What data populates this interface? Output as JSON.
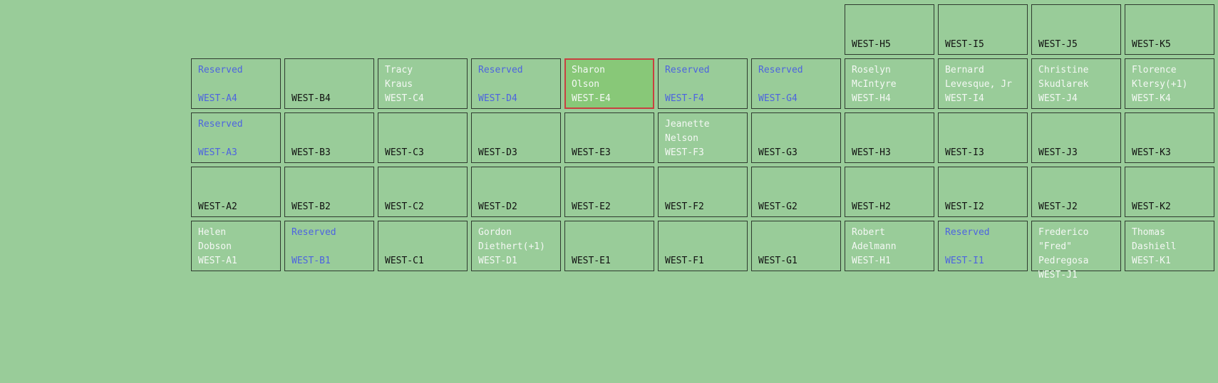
{
  "floor_map": {
    "colors": {
      "background": "#99cc99",
      "reserved_text": "#4d63e0",
      "occupied_text": "#f4f8f4",
      "empty_text": "#111111",
      "selected_fill": "#88c878",
      "selected_border": "#c84040"
    },
    "rows": [
      {
        "cells": [
          null,
          null,
          null,
          null,
          null,
          null,
          null,
          {
            "id": "WEST-H5",
            "occupant": "",
            "status": "empty"
          },
          {
            "id": "WEST-I5",
            "occupant": "",
            "status": "empty"
          },
          {
            "id": "WEST-J5",
            "occupant": "",
            "status": "empty"
          },
          {
            "id": "WEST-K5",
            "occupant": "",
            "status": "empty"
          }
        ]
      },
      {
        "cells": [
          {
            "id": "WEST-A4",
            "occupant": "Reserved",
            "status": "reserved"
          },
          {
            "id": "WEST-B4",
            "occupant": "",
            "status": "empty"
          },
          {
            "id": "WEST-C4",
            "occupant": "Tracy\nKraus",
            "status": "occupied"
          },
          {
            "id": "WEST-D4",
            "occupant": "Reserved",
            "status": "reserved"
          },
          {
            "id": "WEST-E4",
            "occupant": "Sharon\nOlson",
            "status": "occupied",
            "selected": true
          },
          {
            "id": "WEST-F4",
            "occupant": "Reserved",
            "status": "reserved"
          },
          {
            "id": "WEST-G4",
            "occupant": "Reserved",
            "status": "reserved"
          },
          {
            "id": "WEST-H4",
            "occupant": "Roselyn\nMcIntyre",
            "status": "occupied"
          },
          {
            "id": "WEST-I4",
            "occupant": "Bernard\nLevesque, Jr",
            "status": "occupied"
          },
          {
            "id": "WEST-J4",
            "occupant": "Christine\nSkudlarek",
            "status": "occupied"
          },
          {
            "id": "WEST-K4",
            "occupant": "Florence\nKlersy(+1)",
            "status": "occupied"
          }
        ]
      },
      {
        "cells": [
          {
            "id": "WEST-A3",
            "occupant": "Reserved",
            "status": "reserved"
          },
          {
            "id": "WEST-B3",
            "occupant": "",
            "status": "empty"
          },
          {
            "id": "WEST-C3",
            "occupant": "",
            "status": "empty"
          },
          {
            "id": "WEST-D3",
            "occupant": "",
            "status": "empty"
          },
          {
            "id": "WEST-E3",
            "occupant": "",
            "status": "empty"
          },
          {
            "id": "WEST-F3",
            "occupant": "Jeanette\nNelson",
            "status": "occupied"
          },
          {
            "id": "WEST-G3",
            "occupant": "",
            "status": "empty"
          },
          {
            "id": "WEST-H3",
            "occupant": "",
            "status": "empty"
          },
          {
            "id": "WEST-I3",
            "occupant": "",
            "status": "empty"
          },
          {
            "id": "WEST-J3",
            "occupant": "",
            "status": "empty"
          },
          {
            "id": "WEST-K3",
            "occupant": "",
            "status": "empty"
          }
        ]
      },
      {
        "cells": [
          {
            "id": "WEST-A2",
            "occupant": "",
            "status": "empty"
          },
          {
            "id": "WEST-B2",
            "occupant": "",
            "status": "empty"
          },
          {
            "id": "WEST-C2",
            "occupant": "",
            "status": "empty"
          },
          {
            "id": "WEST-D2",
            "occupant": "",
            "status": "empty"
          },
          {
            "id": "WEST-E2",
            "occupant": "",
            "status": "empty"
          },
          {
            "id": "WEST-F2",
            "occupant": "",
            "status": "empty"
          },
          {
            "id": "WEST-G2",
            "occupant": "",
            "status": "empty"
          },
          {
            "id": "WEST-H2",
            "occupant": "",
            "status": "empty"
          },
          {
            "id": "WEST-I2",
            "occupant": "",
            "status": "empty"
          },
          {
            "id": "WEST-J2",
            "occupant": "",
            "status": "empty"
          },
          {
            "id": "WEST-K2",
            "occupant": "",
            "status": "empty"
          }
        ]
      },
      {
        "cells": [
          {
            "id": "WEST-A1",
            "occupant": "Helen\nDobson",
            "status": "occupied"
          },
          {
            "id": "WEST-B1",
            "occupant": "Reserved",
            "status": "reserved"
          },
          {
            "id": "WEST-C1",
            "occupant": "",
            "status": "empty"
          },
          {
            "id": "WEST-D1",
            "occupant": "Gordon\nDiethert(+1)",
            "status": "occupied"
          },
          {
            "id": "WEST-E1",
            "occupant": "",
            "status": "empty"
          },
          {
            "id": "WEST-F1",
            "occupant": "",
            "status": "empty"
          },
          {
            "id": "WEST-G1",
            "occupant": "",
            "status": "empty"
          },
          {
            "id": "WEST-H1",
            "occupant": "Robert\nAdelmann",
            "status": "occupied"
          },
          {
            "id": "WEST-I1",
            "occupant": "Reserved",
            "status": "reserved"
          },
          {
            "id": "WEST-J1",
            "occupant": "Frederico \"Fred\"\nPedregosa",
            "status": "occupied"
          },
          {
            "id": "WEST-K1",
            "occupant": "Thomas\nDashiell",
            "status": "occupied"
          }
        ]
      }
    ]
  }
}
